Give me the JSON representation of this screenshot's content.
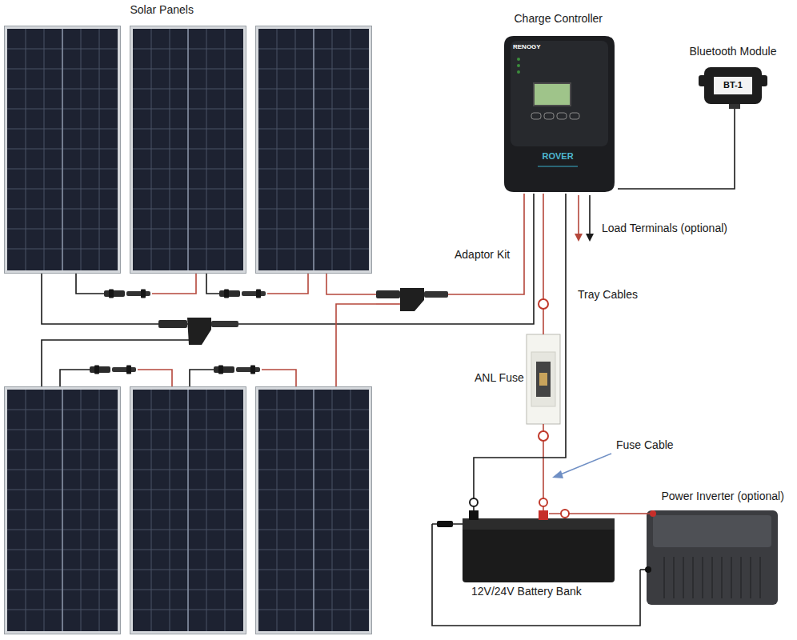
{
  "diagram": {
    "nodes": [
      {
        "text": [
          "Solar Panels"
        ]
      },
      {
        "text": [
          "Charge Controller",
          "RENOGY",
          "ROVER"
        ]
      },
      {
        "text": [
          "Bluetooth Module",
          "BT-1"
        ]
      },
      {
        "text": [
          "ANL Fuse"
        ]
      },
      {
        "text": [
          "12V/24V Battery Bank"
        ]
      },
      {
        "text": [
          "Power Inverter (optional)"
        ]
      }
    ],
    "edges": [
      {
        "from": 0,
        "to": 1,
        "arrow": "none"
      },
      {
        "from": 0,
        "to": 1,
        "arrow": "none"
      },
      {
        "from": 1,
        "to": 2,
        "arrow": "none"
      },
      {
        "from": 1,
        "to": 3,
        "arrow": "none"
      },
      {
        "from": 3,
        "to": 4,
        "arrow": "none"
      },
      {
        "from": 1,
        "to": 4,
        "arrow": "none"
      },
      {
        "from": 4,
        "to": 5,
        "arrow": "none"
      },
      {
        "from": 4,
        "to": 5,
        "arrow": "none"
      }
    ],
    "labels": [
      "Load Terminals (optional)",
      "Adaptor Kit",
      "Tray Cables",
      "Fuse Cable"
    ]
  }
}
